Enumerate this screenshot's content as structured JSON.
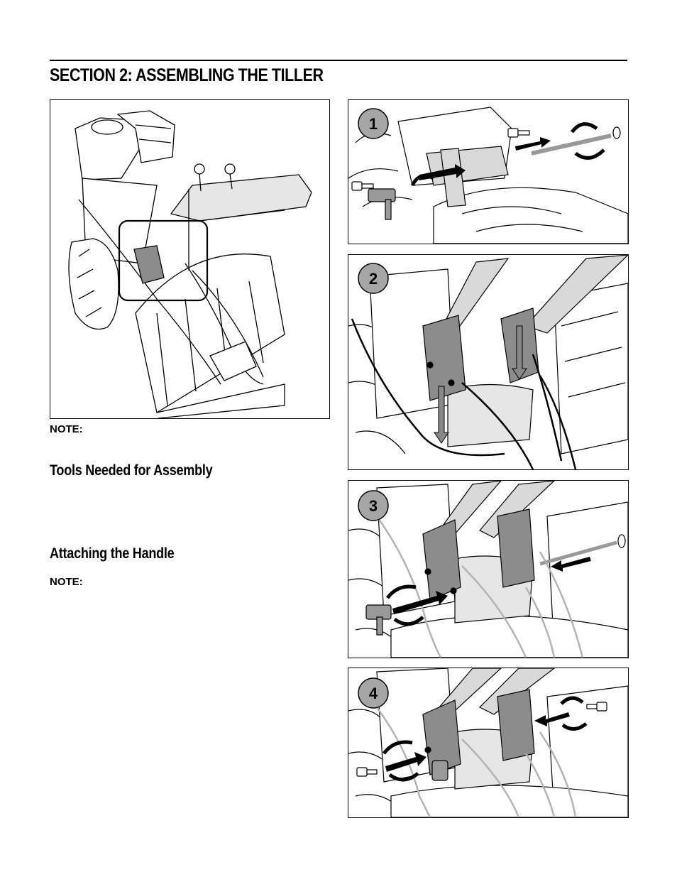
{
  "header": {
    "title": "SECTION 2:  ASSEMBLING THE TILLER"
  },
  "left": {
    "note_label_1": "NOTE:",
    "tools_heading": "Tools Needed for Assembly",
    "attach_heading": "Attaching the Handle",
    "note_label_2": "NOTE:"
  },
  "steps": [
    {
      "number": "1"
    },
    {
      "number": "2"
    },
    {
      "number": "3"
    },
    {
      "number": "4"
    }
  ],
  "colors": {
    "ink": "#000000",
    "bracket_gray": "#8c8c8c",
    "light_gray": "#d9d9d9",
    "badge_gray": "#a6a6a6",
    "cable_gray": "#b3b3b3"
  },
  "icons": [
    "rotate-arrow-icon",
    "push-arrow-icon",
    "bolt-icon",
    "nut-icon",
    "pin-icon"
  ]
}
